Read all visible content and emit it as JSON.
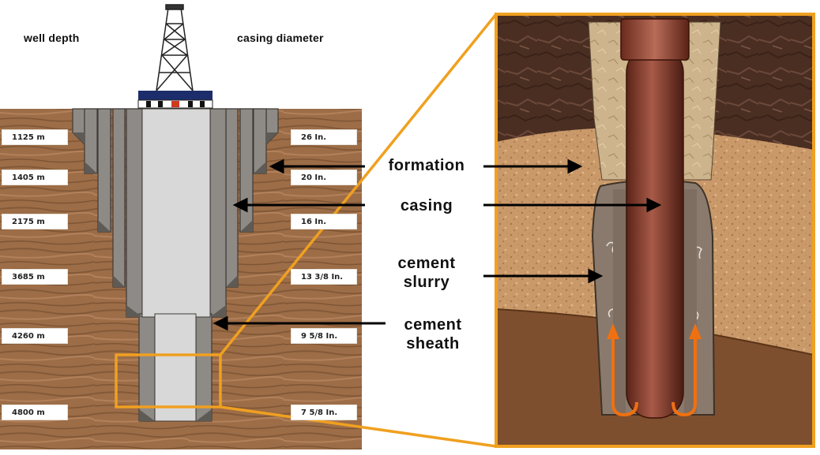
{
  "headers": {
    "well_depth": "well depth",
    "casing_diameter": "casing diameter"
  },
  "depths": [
    "1125 m",
    "1405 m",
    "2175 m",
    "3685 m",
    "4260 m",
    "4800 m"
  ],
  "diameters": [
    "26 In.",
    "20 In.",
    "16 In.",
    "13 3/8 In.",
    "9 5/8 In.",
    "7 5/8 In."
  ],
  "annotations": {
    "formation": "formation",
    "casing": "casing",
    "cement_slurry_line1": "cement",
    "cement_slurry_line2": "slurry",
    "cement_sheath_line1": "cement",
    "cement_sheath_line2": "sheath"
  },
  "colors": {
    "highlight": "#f0a020",
    "wood": "#9a6b45",
    "casing": "#8c8a86",
    "bore": "#d9d9d9",
    "arrow_flow": "#f07010"
  }
}
